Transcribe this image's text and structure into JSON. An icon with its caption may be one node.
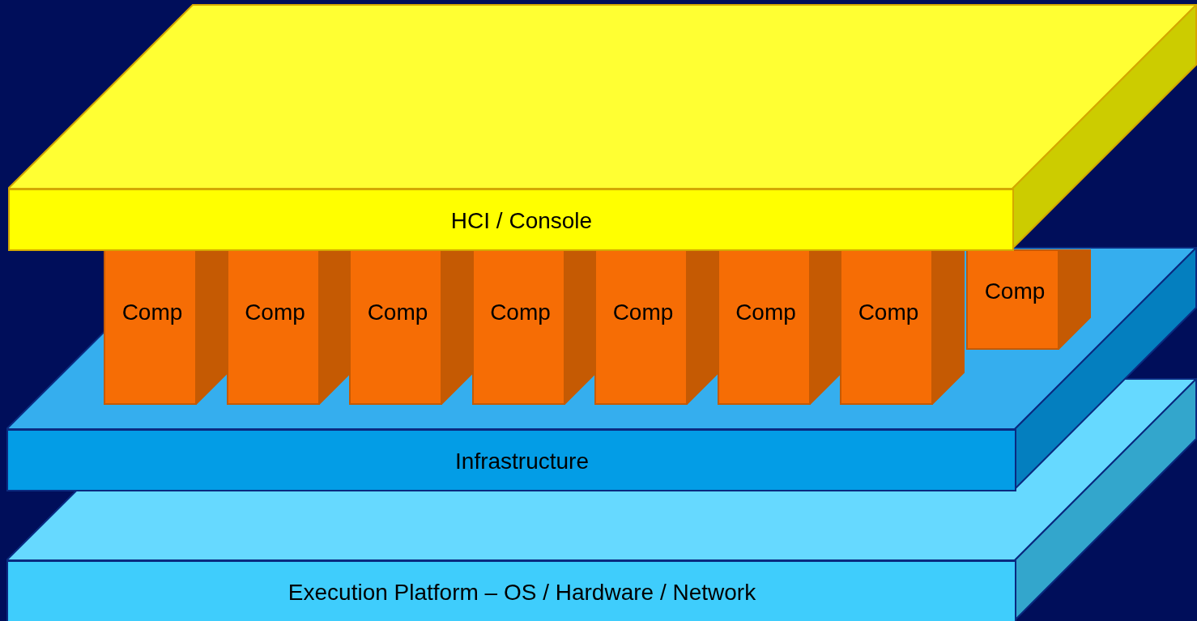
{
  "diagram": {
    "nodes": [
      {
        "text": [
          "HCI / Console"
        ]
      },
      {
        "text": [
          "Comp"
        ]
      },
      {
        "text": [
          "Comp"
        ]
      },
      {
        "text": [
          "Comp"
        ]
      },
      {
        "text": [
          "Comp"
        ]
      },
      {
        "text": [
          "Comp"
        ]
      },
      {
        "text": [
          "Comp"
        ]
      },
      {
        "text": [
          "Comp"
        ]
      },
      {
        "text": [
          "Comp"
        ]
      },
      {
        "text": [
          "Infrastructure"
        ]
      },
      {
        "text": [
          "Execution Platform – OS / Hardware / Network"
        ]
      }
    ]
  }
}
